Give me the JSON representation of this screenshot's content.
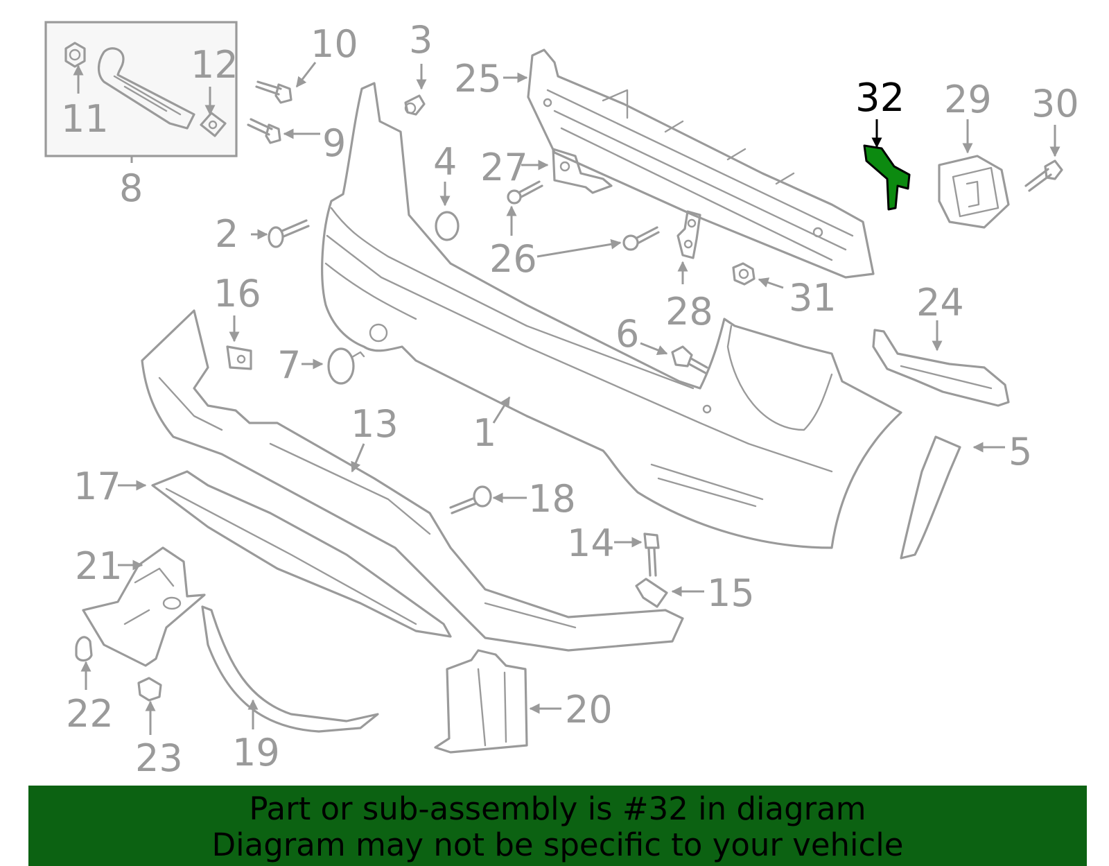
{
  "diagram": {
    "highlight_color": "#0c6212",
    "line_color": "#9a9a9a",
    "highlighted_part": "32",
    "callouts": [
      "1",
      "2",
      "3",
      "4",
      "5",
      "6",
      "7",
      "8",
      "9",
      "10",
      "11",
      "12",
      "13",
      "14",
      "15",
      "16",
      "17",
      "18",
      "19",
      "20",
      "21",
      "22",
      "23",
      "24",
      "25",
      "26",
      "27",
      "28",
      "29",
      "30",
      "31",
      "32"
    ]
  },
  "banner": {
    "line1": "Part or sub-assembly is #32 in diagram",
    "line2": "Diagram may not be specific to your vehicle",
    "background": "#0c6212"
  }
}
